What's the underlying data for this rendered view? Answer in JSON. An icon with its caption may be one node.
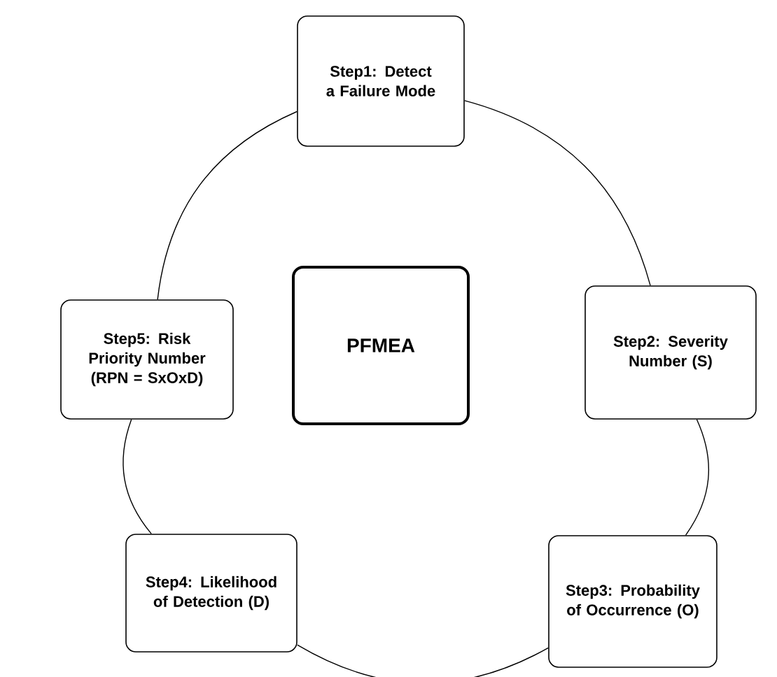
{
  "diagram": {
    "nodes": [
      {
        "text": [
          "Step1: Detect a Failure Mode"
        ]
      },
      {
        "text": [
          "Step2: Severity Number (S)"
        ]
      },
      {
        "text": [
          "Step3: Probability of Occurrence (O)"
        ]
      },
      {
        "text": [
          "Step4: Likelihood of Detection (D)"
        ]
      },
      {
        "text": [
          "Step5: Risk Priority Number (RPN = SxOxD)"
        ]
      },
      {
        "text": [
          "PFMEA"
        ]
      }
    ],
    "edges": [
      {
        "from": 0,
        "to": 1,
        "arrow": "none"
      },
      {
        "from": 1,
        "to": 2,
        "arrow": "none"
      },
      {
        "from": 2,
        "to": 3,
        "arrow": "none"
      },
      {
        "from": 3,
        "to": 4,
        "arrow": "none"
      },
      {
        "from": 4,
        "to": 0,
        "arrow": "none"
      }
    ]
  }
}
